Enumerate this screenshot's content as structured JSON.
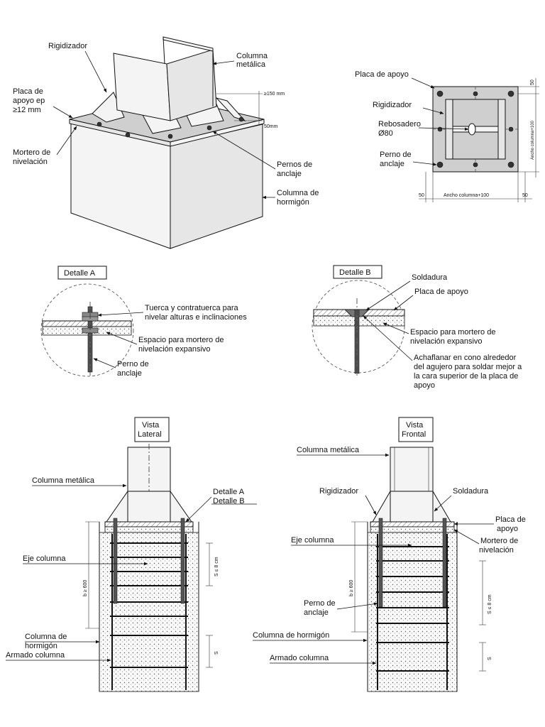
{
  "iso": {
    "rigidizador": "Rigidizador",
    "columna_metalica_1": "Columna",
    "columna_metalica_2": "metálica",
    "placa_1": "Placa de",
    "placa_2": "apoyo ep",
    "placa_3": "≥12 mm",
    "mortero_1": "Mortero de",
    "mortero_2": "nivelación",
    "dim_150": "≥150 mm",
    "dim_50": "50mm",
    "pernos_1": "Pernos de",
    "pernos_2": "anclaje",
    "hormigon_1": "Columna de",
    "hormigon_2": "hormigón"
  },
  "plan": {
    "placa": "Placa de apoyo",
    "rigidizador": "Rigidizador",
    "rebosadero_1": "Rebosadero",
    "rebosadero_2": "Ø80",
    "perno_1": "Perno de",
    "perno_2": "anclaje",
    "dim_50_left": "50",
    "dim_ancho": "Ancho columna+100",
    "dim_50_right": "50",
    "dim_50_top": "50",
    "dim_ancho_v": "Ancho columna+100"
  },
  "detalle_a": {
    "title": "Detalle A",
    "tuerca_1": "Tuerca y contratuerca para",
    "tuerca_2": "nivelar alturas e inclinaciones",
    "espacio_1": "Espacio para mortero de",
    "espacio_2": "nivelación expansivo",
    "perno_1": "Perno de",
    "perno_2": "anclaje"
  },
  "detalle_b": {
    "title": "Detalle B",
    "soldadura": "Soldadura",
    "placa": "Placa de apoyo",
    "espacio_1": "Espacio para mortero de",
    "espacio_2": "nivelación expansivo",
    "achaf_1": "Achaflanar en cono alrededor",
    "achaf_2": "del agujero para soldar mejor a",
    "achaf_3": "la cara superior de la placa de",
    "achaf_4": "apoyo"
  },
  "lateral": {
    "title_1": "Vista",
    "title_2": "Lateral",
    "columna_metalica": "Columna metálica",
    "detalle_a": "Detalle A",
    "detalle_b": "Detalle B",
    "eje": "Eje columna",
    "dim_b": "b ≥ 600",
    "dim_s": "S ≤ 8 cm",
    "dim_s2": "S",
    "hormigon_1": "Columna de",
    "hormigon_2": "hormigón",
    "armado": "Armado columna"
  },
  "frontal": {
    "title_1": "Vista",
    "title_2": "Frontal",
    "columna_metalica": "Columna metálica",
    "rigidizador": "Rigidizador",
    "soldadura": "Soldadura",
    "placa_1": "Placa de",
    "placa_2": "apoyo",
    "mortero_1": "Mortero de",
    "mortero_2": "nivelación",
    "eje": "Eje columna",
    "dim_b": "b ≥ 600",
    "dim_s": "S ≤ 8 cm",
    "dim_s2": "S",
    "perno_1": "Perno de",
    "perno_2": "anclaje",
    "hormigon": "Columna de hormigón",
    "armado": "Armado columna"
  }
}
